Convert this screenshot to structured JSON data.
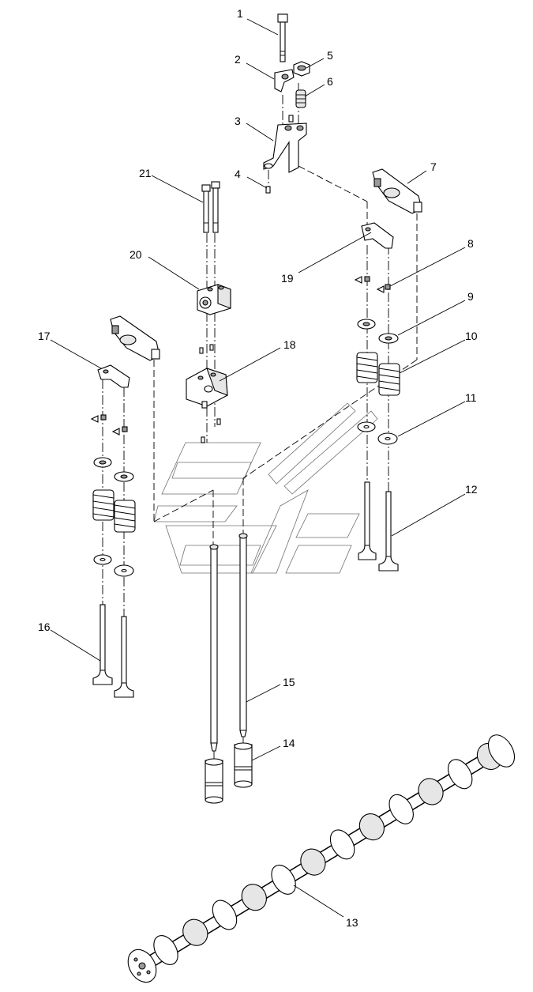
{
  "diagram": {
    "callouts": [
      "1",
      "2",
      "3",
      "4",
      "5",
      "6",
      "7",
      "8",
      "9",
      "10",
      "11",
      "12",
      "13",
      "14",
      "15",
      "16",
      "17",
      "18",
      "19",
      "20",
      "21"
    ]
  },
  "parts": [
    {
      "id": "1",
      "icon": "bolt"
    },
    {
      "id": "2",
      "icon": "bracket"
    },
    {
      "id": "3",
      "icon": "rocker-support"
    },
    {
      "id": "4",
      "icon": "dowel-pin"
    },
    {
      "id": "5",
      "icon": "nut"
    },
    {
      "id": "6",
      "icon": "adjusting-screw"
    },
    {
      "id": "7",
      "icon": "rocker-arm"
    },
    {
      "id": "8",
      "icon": "valve-collet"
    },
    {
      "id": "9",
      "icon": "spring-retainer"
    },
    {
      "id": "10",
      "icon": "valve-spring"
    },
    {
      "id": "11",
      "icon": "spring-seat-washer"
    },
    {
      "id": "12",
      "icon": "valve"
    },
    {
      "id": "13",
      "icon": "camshaft"
    },
    {
      "id": "14",
      "icon": "tappet"
    },
    {
      "id": "15",
      "icon": "push-rod"
    },
    {
      "id": "16",
      "icon": "valve"
    },
    {
      "id": "17",
      "icon": "valve-bridge"
    },
    {
      "id": "18",
      "icon": "rocker-support"
    },
    {
      "id": "19",
      "icon": "valve-bridge"
    },
    {
      "id": "20",
      "icon": "rocker-support-block"
    },
    {
      "id": "21",
      "icon": "bolt"
    }
  ]
}
